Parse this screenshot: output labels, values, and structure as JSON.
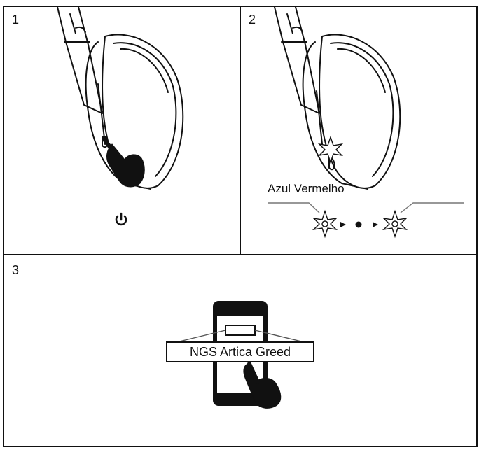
{
  "panels": [
    {
      "number": "1"
    },
    {
      "number": "2",
      "caption": "Azul Vermelho"
    },
    {
      "number": "3",
      "device_label": "NGS Artica Greed"
    }
  ],
  "icons": [
    "power-icon",
    "blinking-led-icon",
    "arrow-icon",
    "dot-icon",
    "smartphone-icon",
    "pointing-hand-icon",
    "headphone-icon"
  ]
}
